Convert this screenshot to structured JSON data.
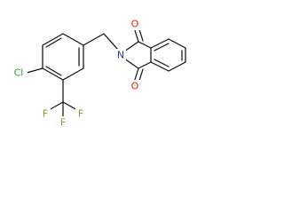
{
  "molecule": {
    "atoms": {
      "N1": "N",
      "O1": "O",
      "O2": "O",
      "Cl": "Cl",
      "F1": "F",
      "F2": "F",
      "F3": "F"
    },
    "colors": {
      "bond": "#111111",
      "N": "#2f2fd0",
      "O": "#e0241b",
      "Cl": "#2e9b2e",
      "F": "#8a9a2a"
    }
  }
}
